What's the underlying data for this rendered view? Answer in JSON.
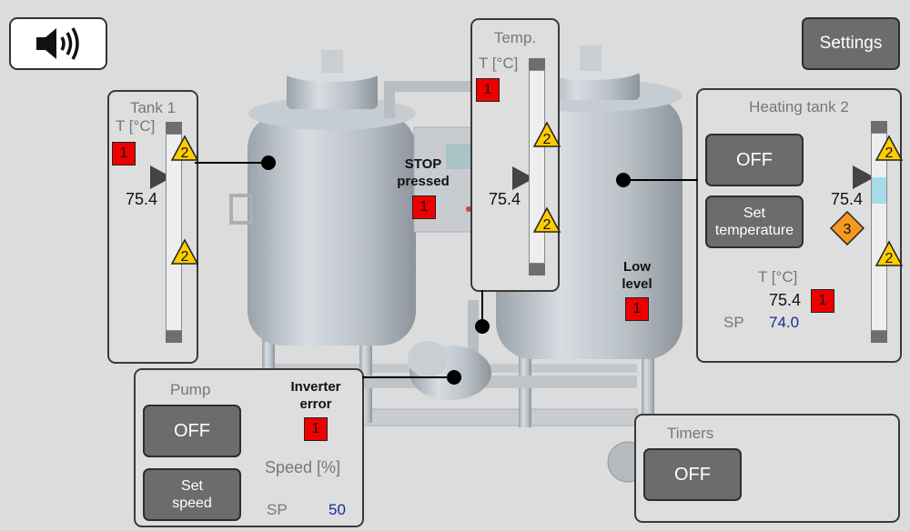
{
  "settings_label": "Settings",
  "tank1": {
    "title": "Tank 1",
    "temp_label": "T [°C]",
    "temp_value": "75.4",
    "alarm": "1",
    "warn_high": "2",
    "warn_low": "2"
  },
  "temp_panel": {
    "title": "Temp.",
    "temp_label": "T [°C]",
    "alarm": "1",
    "temp_value": "75.4",
    "warn_high": "2",
    "warn_low": "2"
  },
  "stop_msg": {
    "text_line1": "STOP",
    "text_line2": "pressed",
    "alarm": "1"
  },
  "heating_tank2": {
    "title": "Heating tank 2",
    "off_label": "OFF",
    "set_temp_line1": "Set",
    "set_temp_line2": "temperature",
    "level_value": "75.4",
    "level_fraction": 0.22,
    "warn_badge": "3",
    "warn_high": "2",
    "warn_low": "2",
    "temp_label": "T [°C]",
    "temp_value": "75.4",
    "alarm": "1",
    "sp_label": "SP",
    "sp_value": "74.0"
  },
  "low_level_msg": {
    "line1": "Low",
    "line2": "level",
    "alarm": "1"
  },
  "pump": {
    "title": "Pump",
    "off_label": "OFF",
    "set_speed_line1": "Set",
    "set_speed_line2": "speed",
    "speed_label": "Speed [%]",
    "sp_label": "SP",
    "sp_value": "50"
  },
  "inverter_msg": {
    "line1": "Inverter",
    "line2": "error",
    "alarm": "1"
  },
  "timers": {
    "title": "Timers",
    "off_label": "OFF"
  },
  "colors": {
    "alarm": "#ee0000",
    "warning": "#ffcc00",
    "badge": "#f49a1e",
    "sp_value": "#1a2a9a",
    "button": "#6c6c6c"
  }
}
